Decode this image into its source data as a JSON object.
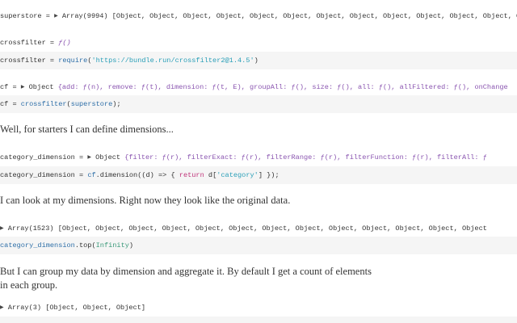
{
  "cells": [
    {
      "output": {
        "name": "superstore",
        "summary": "Array(9994)",
        "preview": "[Object, Object, Object, Object, Object, Object, Object, Object, Object, Object, Object, Object, Object"
      }
    },
    {
      "output": {
        "name": "crossfilter",
        "value": "ƒ()"
      },
      "source": {
        "lhs": "crossfilter = ",
        "fn": "require",
        "open": "(",
        "str": "'https://bundle.run/crossfilter2@1.4.5'",
        "close": ")"
      }
    },
    {
      "output": {
        "name": "cf",
        "summary": "Object",
        "preview": "{add: ƒ(n), remove: ƒ(t), dimension: ƒ(t, E), groupAll: ƒ(), size: ƒ(), all: ƒ(), allFiltered: ƒ(), onChange"
      },
      "source": {
        "lhs": "cf = ",
        "fn": "crossfilter",
        "open": "(",
        "arg": "superstore",
        "close": ");"
      }
    },
    {
      "prose": "Well, for starters I can define dimensions..."
    },
    {
      "output": {
        "name": "category_dimension",
        "summary": "Object",
        "preview": "{filter: ƒ(r), filterExact: ƒ(r), filterRange: ƒ(r), filterFunction: ƒ(r), filterAll: ƒ"
      },
      "source": {
        "lhs": "category_dimension = ",
        "obj": "cf",
        "rest1": ".dimension((d) => { ",
        "kw": "return",
        "rest2": " d[",
        "str": "'category'",
        "rest3": "] });"
      }
    },
    {
      "prose": "I can look at my dimensions. Right now they look like the original data."
    },
    {
      "output": {
        "summary": "Array(1523)",
        "preview": "[Object, Object, Object, Object, Object, Object, Object, Object, Object, Object, Object, Object, Object"
      },
      "source": {
        "obj": "category_dimension",
        "method": ".top(",
        "arg": "Infinity",
        "close": ")"
      }
    },
    {
      "prose": "But I can group my data by dimension and aggregate it. By default I get a count of elements\nin each group."
    },
    {
      "output": {
        "summary": "Array(3)",
        "preview": "[Object, Object, Object]"
      }
    }
  ]
}
